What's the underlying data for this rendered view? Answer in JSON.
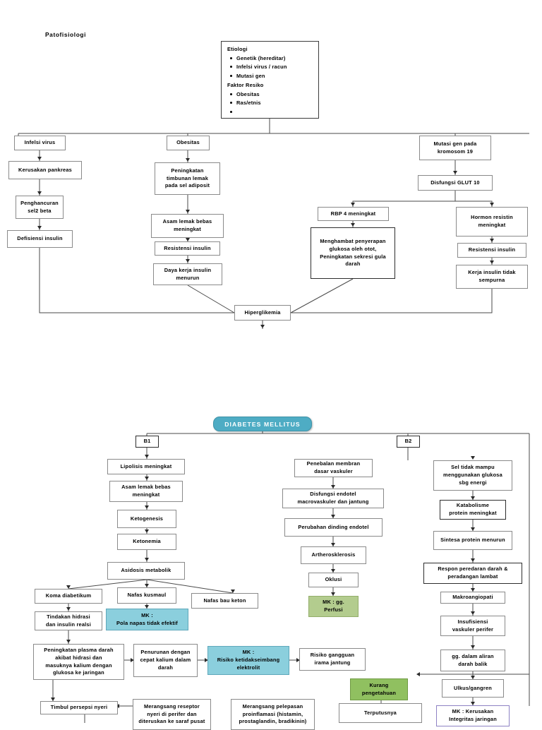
{
  "page": {
    "title": "Patofisiologi",
    "accent_cyan": "#8bcfdd",
    "accent_green": "#b3cc8e",
    "accent_green2": "#90c060",
    "accent_pill": "#4eacc4"
  },
  "etiologi_panel": {
    "heading1": "Etiologi",
    "items1": [
      "Genetik (hereditar)",
      "Infelsi virus / racun",
      "Mutasi gen"
    ],
    "heading2": "Faktor Resiko",
    "items2": [
      "Obesitas",
      "Ras/etnis",
      ""
    ]
  },
  "chart1": {
    "nodes": {
      "infelsi_virus": "Infelsi virus",
      "kerusakan_pankreas": "Kerusakan pankreas",
      "penghancuran_sel2_beta": "Penghancuran\nsel2 beta",
      "defisiensi_insulin": "Defisiensi insulin",
      "obesitas": "Obesitas",
      "peningkatan_timbunan_lemak": "Peningkatan\ntimbunan lemak\npada sel adiposit",
      "asam_lemak_bebas": "Asam lemak bebas\nmeningkat",
      "resistensi_insulin_a": "Resistensi insulin",
      "daya_kerja_insulin": "Daya kerja insulin\nmenurun",
      "mutasi_gen": "Mutasi gen pada\nkromosom 19",
      "disfungsi_glut10": "Disfungsi GLUT 10",
      "rbp4": "RBP 4 meningkat",
      "menghambat_penyerapan": "Menghambat penyerapan\nglukosa oleh otot,\nPeningkatan sekresi gula\ndarah",
      "hormon_resistin": "Hormon resistin\nmeningkat",
      "resistensi_insulin_b": "Resistensi insulin",
      "kerja_insulin_tidak": "Kerja insulin tidak\nsempurna",
      "hiperglikemia": "Hiperglikemia"
    }
  },
  "chart2": {
    "root": "DIABETES MELLITUS",
    "branch_b1": "B1",
    "branch_b2": "B2",
    "nodes": {
      "lipolisis": "Lipolisis meningkat",
      "asam_lemak_bebas2": "Asam lemak bebas\nmeningkat",
      "ketogenesis": "Ketogenesis",
      "ketonemia": "Ketonemia",
      "asidosis": "Asidosis metabolik",
      "koma_diabetikum": "Koma diabetikum",
      "nafas_kusmaul": "Nafas kusmaul",
      "nafas_bau_keton": "Nafas bau keton",
      "mk_pola_napas": "MK :\nPola napas tidak efektif",
      "tindakan_hidrasi": "Tindakan hidrasi\ndan insulin realsi",
      "peningkatan_plasma": "Peningkatan plasma darah\nakibat hidrasi dan\nmasuknya kalium dengan\nglukosa ke jaringan",
      "penurunan_kalium": "Penurunan dengan\ncepat kalium dalam\ndarah",
      "mk_elektrolit": "MK :\nRisiko ketidakseimbang\nelektrolit",
      "risiko_irama_jantung": "Risiko gangguan\nirama jantung",
      "timbul_persepsi_nyeri": "Timbul persepsi nyeri",
      "merangsang_reseptor": "Merangsang reseptor\nnyeri di perifer dan\nditeruskan ke saraf pusat",
      "merangsang_pelepasan": "Merangsang pelepasan\nproinflamasi (histamin,\nprostaglandin, bradikinin)",
      "penebalan_membran": "Penebalan membran\ndasar vaskuler",
      "disfungsi_endotel": "Disfungsi endotel\nmacrovaskuler dan jantung",
      "perubahan_dinding": "Perubahan dinding endotel",
      "artherosklerosis": "Artherosklerosis",
      "oklusi": "Oklusi",
      "mk_gg_perfusi": "MK : gg.\nPerfusi",
      "sel_tidak_mampu": "Sel tidak mampu\nmenggunakan glukosa\nsbg energi",
      "katabolisme_protein": "Katabolisme\nprotein meningkat",
      "sintesa_protein": "Sintesa protein menurun",
      "respon_peredaran": "Respon peredaran darah &\nperadangan lambat",
      "makroangiopati": "Makroangiopati",
      "insufisiensi_vaskuler": "Insufisiensi\nvaskuler perifer",
      "gg_aliran_darah": "gg. dalam aliran\ndarah balik",
      "ulkus_gangren": "Ulkus/gangren",
      "mk_kerusakan_integritas": "MK : Kerusakan\nIntegritas jaringan",
      "kurang_pengetahuan": "Kurang\npengetahuan",
      "terputusnya": "Terputusnya"
    }
  }
}
